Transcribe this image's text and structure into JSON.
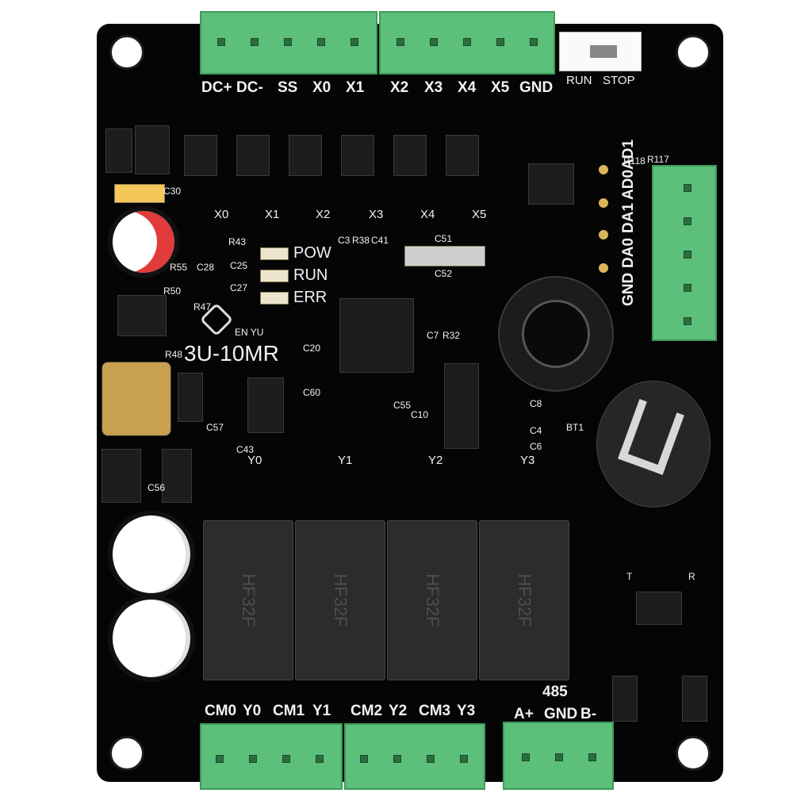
{
  "terminals": {
    "top_left": [
      "DC+",
      "DC-",
      "SS",
      "X0",
      "X1"
    ],
    "top_right": [
      "X2",
      "X3",
      "X4",
      "X5",
      "GND"
    ],
    "bottom_left": [
      "CM0",
      "Y0",
      "CM1",
      "Y1"
    ],
    "bottom_mid": [
      "CM2",
      "Y2",
      "CM3",
      "Y3"
    ],
    "bottom_right_header": "485",
    "bottom_right": [
      "A+",
      "GND",
      "B-"
    ],
    "right_side": [
      "GND",
      "DA0",
      "DA1",
      "AD0",
      "AD1"
    ]
  },
  "switch": {
    "run": "RUN",
    "stop": "STOP"
  },
  "input_leds": [
    "X0",
    "X1",
    "X2",
    "X3",
    "X4",
    "X5"
  ],
  "output_leds": [
    "Y0",
    "Y1",
    "Y2",
    "Y3"
  ],
  "status_leds": [
    "POW",
    "RUN",
    "ERR"
  ],
  "board_name": "3U-10MR",
  "logo_text": "EN YU",
  "relay_label": "HF32F",
  "battery_label": "BT1",
  "refdes": {
    "c30": "C30",
    "r43": "R43",
    "c25": "C25",
    "c27": "C27",
    "r47": "R47",
    "r48": "R48",
    "r50": "R50",
    "c28": "C28",
    "r55": "R55",
    "c3": "C3",
    "r38": "R38",
    "c41": "C41",
    "c51": "C51",
    "c52": "C52",
    "c7": "C7",
    "r32": "R32",
    "c20": "C20",
    "c60": "C60",
    "c57": "C57",
    "c43": "C43",
    "c56": "C56",
    "c10": "C10",
    "c55": "C55",
    "c8": "C8",
    "c4": "C4",
    "c6": "C6",
    "r118": "R118",
    "r117": "R117",
    "t": "T",
    "r": "R"
  }
}
